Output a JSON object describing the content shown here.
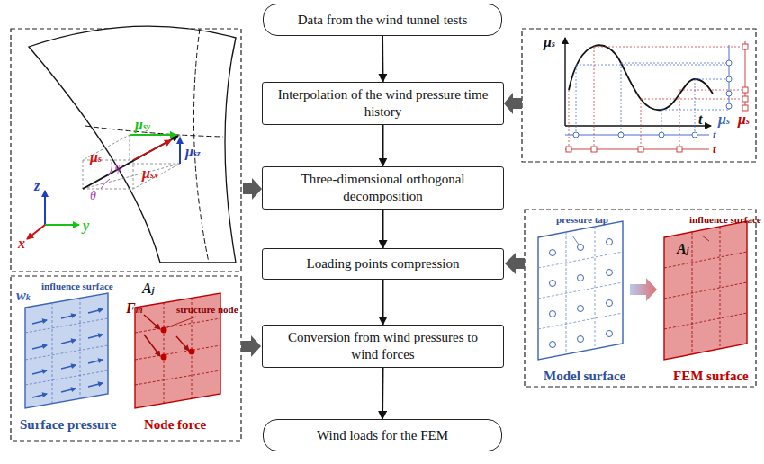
{
  "diagram": {
    "nodes": [
      {
        "text": [
          "Data from the wind tunnel tests"
        ]
      },
      {
        "text": [
          "Interpolation of the wind pressure time history"
        ]
      },
      {
        "text": [
          "Three-dimensional orthogonal decomposition"
        ]
      },
      {
        "text": [
          "Loading points compression"
        ]
      },
      {
        "text": [
          "Conversion from wind pressures to wind forces"
        ]
      },
      {
        "text": [
          "Wind loads for the FEM"
        ]
      }
    ],
    "edges": [
      {
        "from": 0,
        "to": 1,
        "arrow": "to"
      },
      {
        "from": 1,
        "to": 2,
        "arrow": "to"
      },
      {
        "from": 2,
        "to": 3,
        "arrow": "to"
      },
      {
        "from": 3,
        "to": 4,
        "arrow": "to"
      },
      {
        "from": 4,
        "to": 5,
        "arrow": "to"
      }
    ],
    "labels": [
      "z",
      "y",
      "x",
      "μsy",
      "μsz",
      "μsx",
      "μs",
      "φ",
      "θ",
      "μs",
      "t",
      "μs",
      "μs",
      "t",
      "t",
      "pressure tap",
      "Aj",
      "influence surface",
      "Model surface",
      "FEM surface",
      "wk",
      "influence surface",
      "Fm",
      "Aj",
      "structure node",
      "Surface pressure",
      "Node force"
    ]
  }
}
